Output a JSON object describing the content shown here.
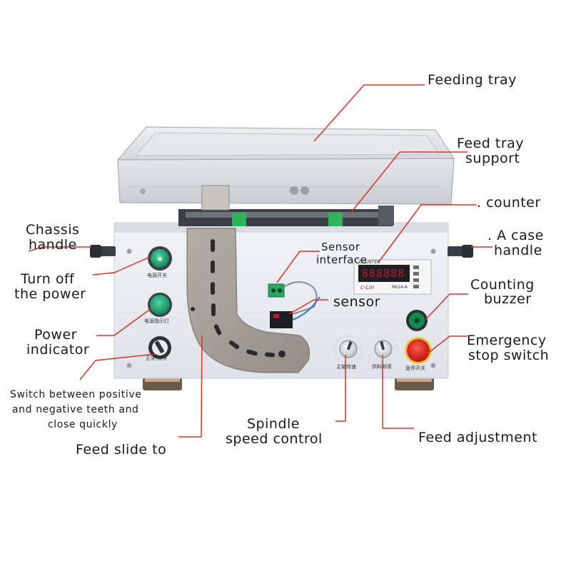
{
  "labels": {
    "feeding_tray": "Feeding tray",
    "feed_tray_support_1": "Feed tray",
    "feed_tray_support_2": "support",
    "counter": ". counter",
    "chassis_handle_1": "Chassis",
    "chassis_handle_2": "handle",
    "case_handle_1": ". A case",
    "case_handle_2": "handle",
    "sensor_interface_1": "Sensor",
    "sensor_interface_2": "interface",
    "turn_off_power_1": "Turn off",
    "turn_off_power_2": "the power",
    "sensor": "sensor",
    "counting_buzzer_1": "Counting",
    "counting_buzzer_2": "buzzer",
    "power_indicator_1": "Power",
    "power_indicator_2": "indicator",
    "emergency_stop_1": "Emergency",
    "emergency_stop_2": "stop switch",
    "switch_teeth_1": "Switch between positive",
    "switch_teeth_2": "and negative teeth and",
    "switch_teeth_3": "close quickly",
    "spindle_speed_1": "Spindle",
    "spindle_speed_2": "speed control",
    "feed_adjustment": "Feed adjustment",
    "feed_slide": "Feed slide to"
  },
  "panel_text": {
    "power_switch": "电源开关",
    "power_lamp": "电源指示灯",
    "direction_switch": "正牙/反牙",
    "spindle_knob": "主轴转速",
    "feed_knob": "供料频率",
    "stop_switch": "急停开关",
    "counter_brand": "c-Lin",
    "counter_model": "RK24-A",
    "counter_header": "COUNTER",
    "counter_digits": "888888"
  },
  "colors": {
    "leader_line": "#e0302a",
    "label_text": "#1a1a1a",
    "chassis": "#eceef3",
    "slide": "#a8a29b",
    "green_button": "#1fae7a",
    "stop_button": "#d9261c",
    "counter_display": "#c4142e",
    "rail": "#2fb35a"
  }
}
